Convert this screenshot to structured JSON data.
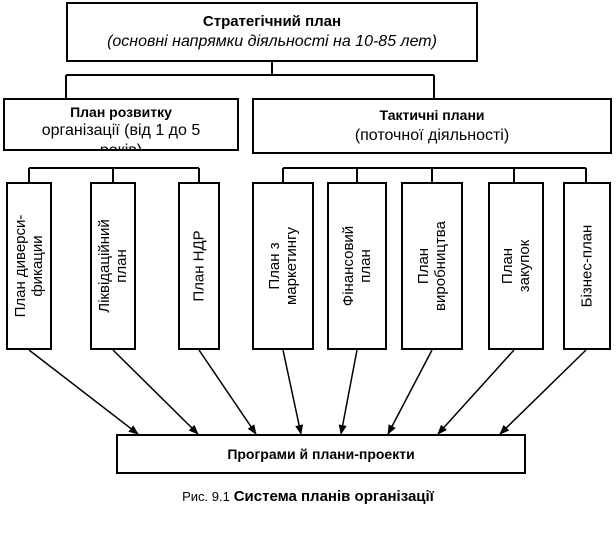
{
  "top": {
    "title": "Стратегічний план",
    "subtitle": "(основні напрямки діяльності на 10-85 лет)"
  },
  "level2": {
    "left": {
      "line1": "План розвитку",
      "line2": "організації (від 1 до 5",
      "line3": "років)"
    },
    "right": {
      "line1": "Тактичні плани",
      "line2": "(поточної діяльності)"
    }
  },
  "plans": [
    {
      "lines": [
        "План диверси-",
        "фикации"
      ]
    },
    {
      "lines": [
        "Ліквідаційний",
        "план"
      ]
    },
    {
      "lines": [
        "План НДР"
      ]
    },
    {
      "lines": [
        "План з",
        "маркетингу"
      ]
    },
    {
      "lines": [
        "Фінансовий",
        "план"
      ]
    },
    {
      "lines": [
        "План",
        "виробництва"
      ]
    },
    {
      "lines": [
        "План",
        "закупок"
      ]
    },
    {
      "lines": [
        "Бізнес-план"
      ]
    }
  ],
  "bottom": {
    "label": "Програми й плани-проекти"
  },
  "caption": {
    "label": "Рис. 9.1",
    "title": "Система планів організації"
  }
}
